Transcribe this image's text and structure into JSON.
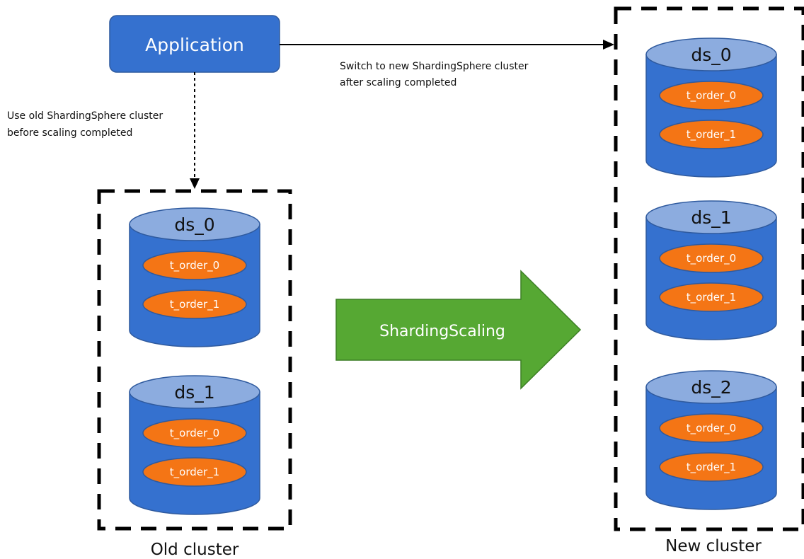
{
  "application": {
    "label": "Application"
  },
  "notes": {
    "old_path": [
      "Use old ShardingSphere cluster",
      "before scaling completed"
    ],
    "new_path": [
      "Switch to new ShardingSphere cluster",
      "after scaling completed"
    ]
  },
  "old_cluster": {
    "caption": "Old cluster",
    "databases": [
      {
        "name": "ds_0",
        "tables": [
          "t_order_0",
          "t_order_1"
        ]
      },
      {
        "name": "ds_1",
        "tables": [
          "t_order_0",
          "t_order_1"
        ]
      }
    ]
  },
  "new_cluster": {
    "caption": "New cluster",
    "databases": [
      {
        "name": "ds_0",
        "tables": [
          "t_order_0",
          "t_order_1"
        ]
      },
      {
        "name": "ds_1",
        "tables": [
          "t_order_0",
          "t_order_1"
        ]
      },
      {
        "name": "ds_2",
        "tables": [
          "t_order_0",
          "t_order_1"
        ]
      }
    ]
  },
  "scaling_arrow": {
    "label": "ShardingScaling"
  },
  "colors": {
    "db_body": "#3571cf",
    "db_top": "#8cacdf",
    "db_stroke": "#2f5a9e",
    "table_fill": "#f47515",
    "table_stroke": "#2f5a9e",
    "app_fill": "#3571cf",
    "arrow_fill": "#56a833",
    "arrow_stroke": "#3d7f26"
  }
}
